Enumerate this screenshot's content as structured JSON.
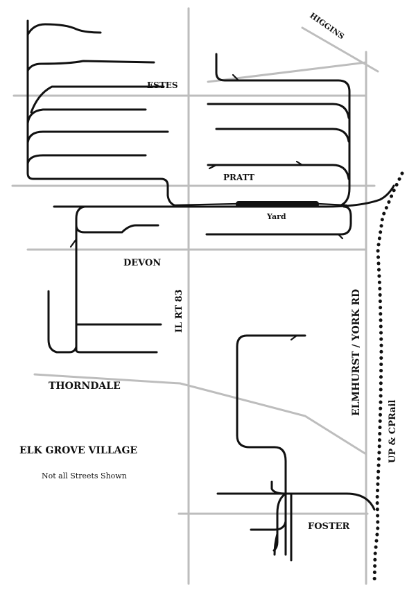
{
  "map": {
    "streets": {
      "estes": "ESTES",
      "higgins": "HIGGINS",
      "pratt": "PRATT",
      "devon": "DEVON",
      "thorndale": "THORNDALE",
      "foster": "FOSTER",
      "il_rt_83": "IL RT 83",
      "elmhurst_york": "ELMHURST / YORK RD"
    },
    "yard_label": "Yard",
    "railroad_label": "UP & CPRail",
    "place_title": "ELK GROVE VILLAGE",
    "note": "Not all Streets Shown"
  }
}
